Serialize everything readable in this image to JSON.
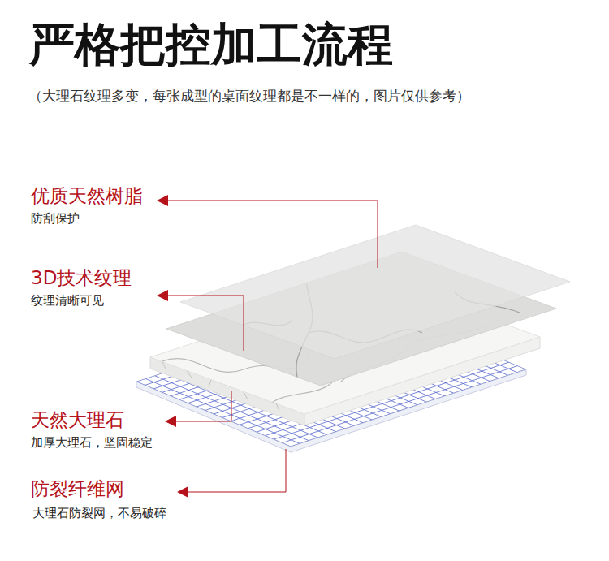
{
  "diagram": {
    "title": "严格把控加工流程",
    "labels": [
      "（大理石纹理多变，每张成型的桌面纹理都是不一样的，图片仅供参考）",
      "优质天然树脂",
      "防刮保护",
      "3D技术纹理",
      "纹理清晰可见",
      "天然大理石",
      "加厚大理石，坚固稳定",
      "防裂纤维网",
      "大理石防裂网，不易破碎"
    ]
  }
}
